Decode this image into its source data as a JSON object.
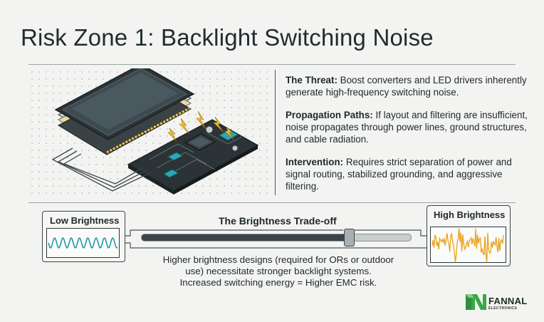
{
  "title": "Risk Zone 1: Backlight Switching Noise",
  "points": [
    {
      "heading": "The Threat:",
      "text": "Boost converters and LED drivers inherently generate high-frequency switching noise."
    },
    {
      "heading": "Propagation Paths:",
      "text": "If layout and filtering are insufficient, noise propagates through power lines, ground structures, and cable radiation."
    },
    {
      "heading": "Intervention:",
      "text": "Requires strict separation of power and signal routing, stabilized grounding, and aggressive filtering."
    }
  ],
  "tradeoff": {
    "title": "The Brightness Trade-off",
    "low_label": "Low Brightness",
    "high_label": "High Brightness",
    "slider_level": 0.77,
    "caption_lines": [
      "Higher brightness designs (required for ORs or outdoor",
      "use) necessitate stronger backlight systems.",
      "Increased switching energy = Higher EMC risk."
    ]
  },
  "logo": {
    "name": "FANNAL",
    "sub": "ELECTRONICS"
  },
  "colors": {
    "wave_low": "#1f9aa8",
    "wave_high": "#e8a21c",
    "spark": "#f2c230",
    "board": "#2b3337",
    "accent_teal": "#2aa7b5",
    "logo_green": "#2f8f3a"
  }
}
